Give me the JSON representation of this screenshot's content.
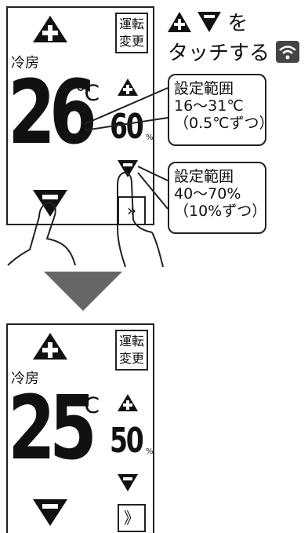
{
  "top_panel": {
    "mode_button": [
      "運転",
      "変更"
    ],
    "mode": "冷房",
    "temperature": "26",
    "temp_unit": "℃",
    "humidity": "60",
    "humidity_unit": "%"
  },
  "bottom_panel": {
    "mode_button": [
      "運転",
      "変更"
    ],
    "mode": "冷房",
    "temperature": "25",
    "temp_unit": "℃",
    "humidity": "50",
    "humidity_unit": "%",
    "more_button": "》"
  },
  "instruction": {
    "line1_suffix": "を",
    "line2": "タッチする"
  },
  "callout_temp": {
    "line1": "設定範囲",
    "line2": "16〜31℃",
    "line3": "（0.5℃ずつ）"
  },
  "callout_hum": {
    "line1": "設定範囲",
    "line2": "40〜70%",
    "line3": "（10%ずつ）"
  },
  "icons": [
    "plus-triangle-icon",
    "minus-triangle-icon",
    "wifi-icon",
    "arrow-down-icon",
    "finger-icon"
  ]
}
